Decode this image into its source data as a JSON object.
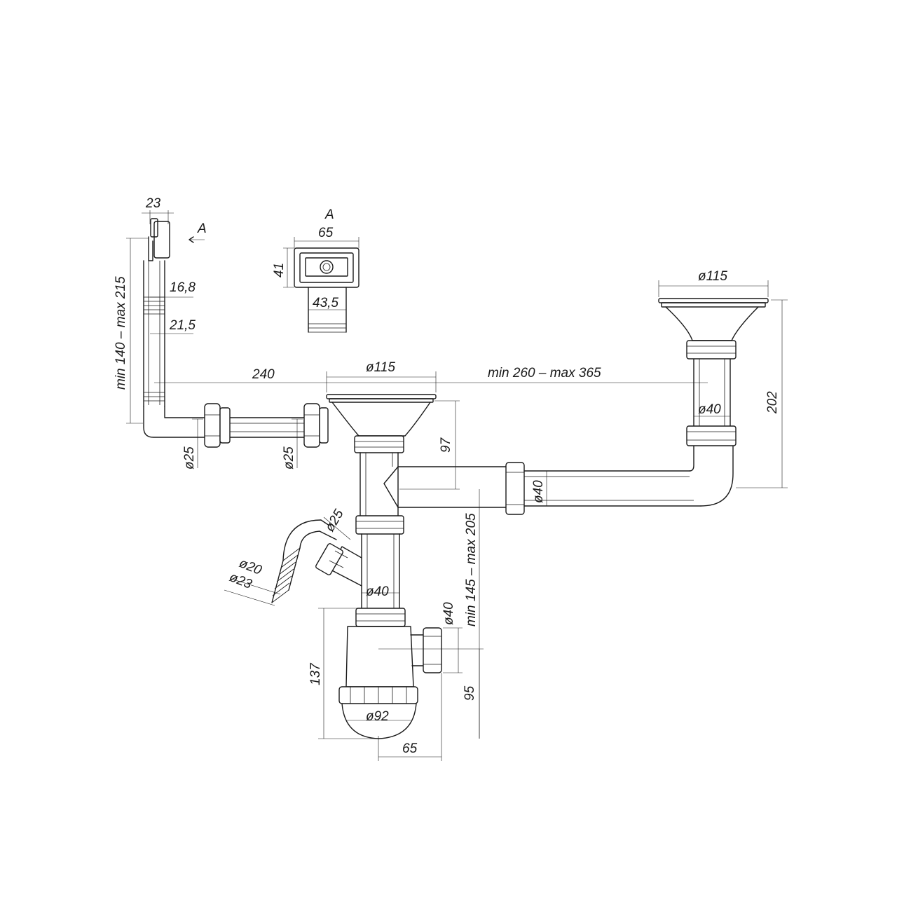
{
  "diagram": {
    "view_label": "A",
    "detail_view_title": "A",
    "dimensions": {
      "overflow_width": "23",
      "overflow_height_range": "min 140 – max 215",
      "overflow_d1": "16,8",
      "overflow_d2": "21,5",
      "overflow_tube_len": "240",
      "left_strainer_dia": "ø115",
      "strainer_spacing": "min 260 – max 365",
      "right_strainer_dia": "ø115",
      "right_height": "202",
      "right_pipe_dia": "ø40",
      "tube_dia_1": "ø25",
      "tube_dia_2": "ø25",
      "tee_height": "97",
      "horizontal_pipe_dia": "ø40",
      "trap_height_range": "min 145 – max 205",
      "side_inlet_dia": "ø25",
      "hose_inner_dia": "ø20",
      "hose_outer_dia": "ø23",
      "vertical_pipe_dia": "ø40",
      "trap_outlet_dia": "ø40",
      "trap_height": "137",
      "trap_outlet_height": "95",
      "trap_bowl_dia": "ø92",
      "trap_offset": "65",
      "detail_width": "65",
      "detail_height": "41",
      "detail_inner": "43,5"
    }
  }
}
